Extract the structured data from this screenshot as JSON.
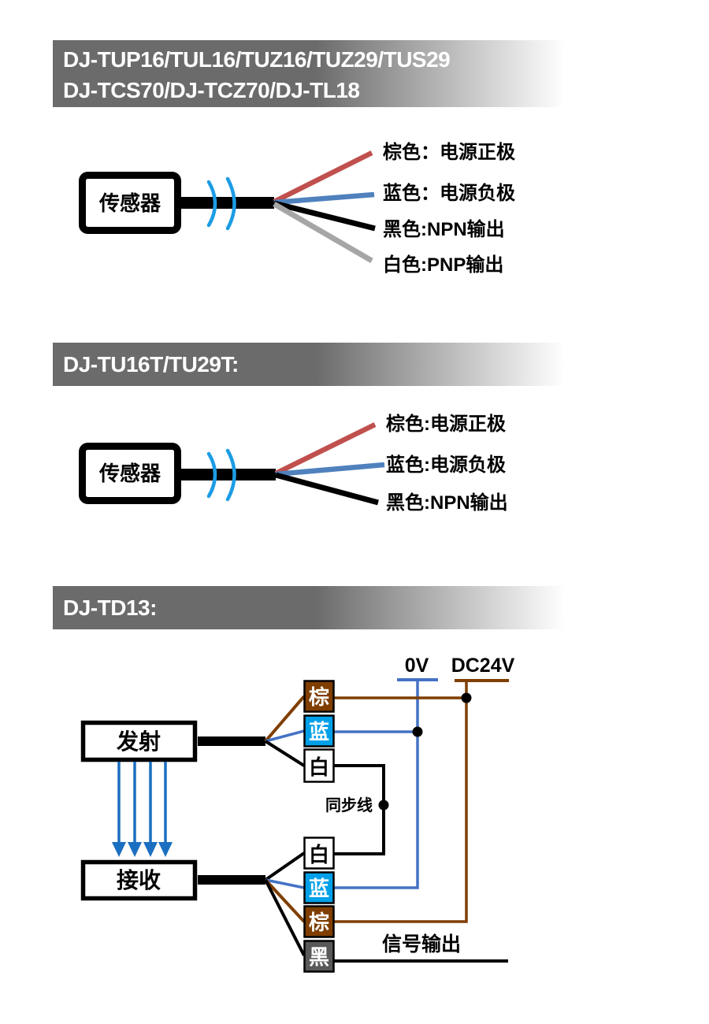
{
  "colors": {
    "header_gray": "#6b6b6b",
    "header_text": "#ffffff",
    "wire_red": "#c0504d",
    "wire_steel_blue": "#4f81bd",
    "wire_gray": "#a6a6a6",
    "arc_blue": "#1d9ce5",
    "brown": "#7f3e00",
    "royal_blue": "#4472c4",
    "cyan_blue": "#00a0e9",
    "arrow_blue": "#1b6fc0",
    "dark_gray": "#595959"
  },
  "section1": {
    "header_line1": "DJ-TUP16/TUL16/TUZ16/TUZ29/TUS29",
    "header_line2": "DJ-TCS70/DJ-TCZ70/DJ-TL18",
    "sensor_label": "传感器",
    "wire_labels": {
      "brown": "棕色：电源正极",
      "blue": "蓝色：电源负极",
      "black": "黑色:NPN输出",
      "white": "白色:PNP输出"
    }
  },
  "section2": {
    "header": "DJ-TU16T/TU29T:",
    "sensor_label": "传感器",
    "wire_labels": {
      "brown": "棕色:电源正极",
      "blue": "蓝色:电源负极",
      "black": "黑色:NPN输出"
    }
  },
  "section3": {
    "header": "DJ-TD13:",
    "rail_0v": "0V",
    "rail_dc24v": "DC24V",
    "transmitter_label": "发射",
    "receiver_label": "接收",
    "tx_wire_boxes": {
      "brown": "棕",
      "blue": "蓝",
      "white": "白"
    },
    "rx_wire_boxes": {
      "white": "白",
      "blue": "蓝",
      "brown": "棕",
      "black": "黑"
    },
    "sync_label": "同步线",
    "signal_label": "信号输出"
  }
}
